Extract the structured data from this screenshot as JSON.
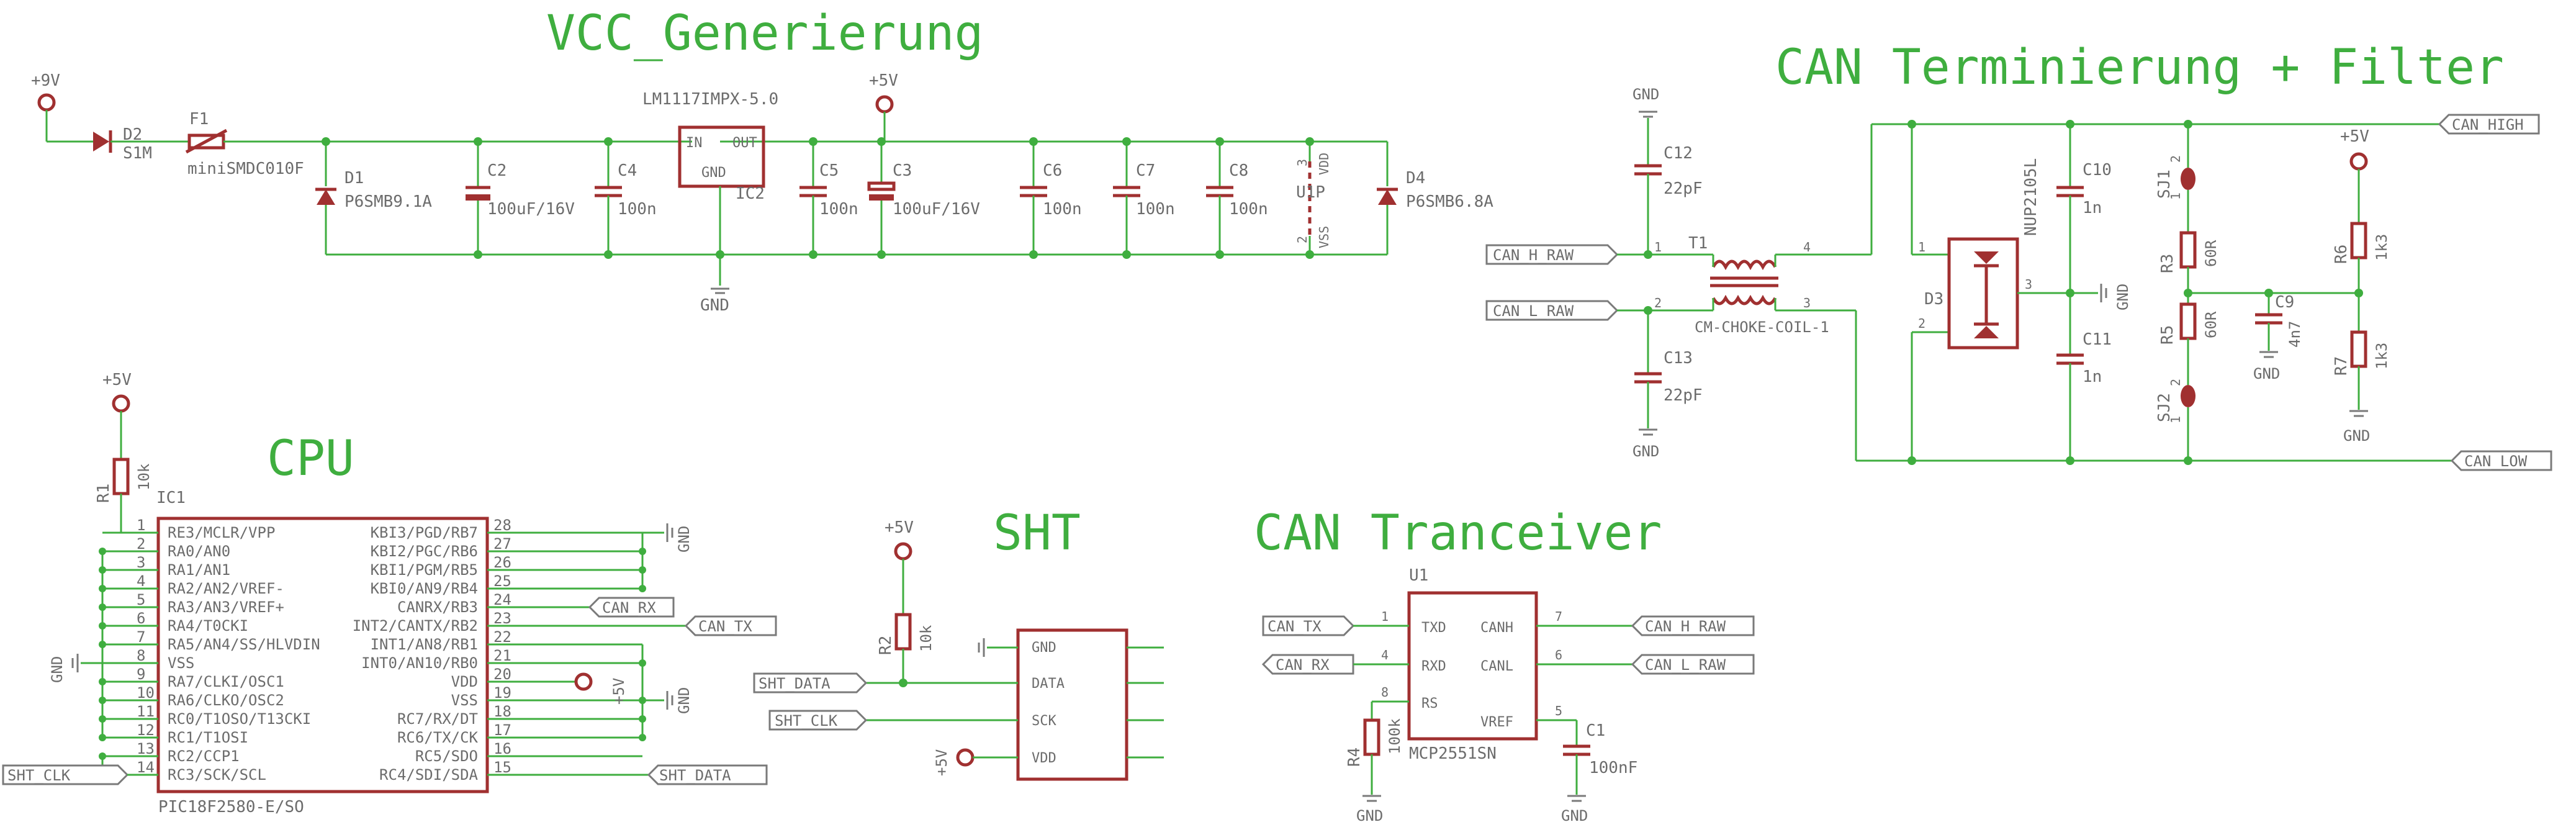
{
  "colors": {
    "wire": "#3fae3f",
    "part": "#a03030",
    "label": "#6c6c6c",
    "title": "#3fae3f"
  },
  "sections": {
    "vcc": "VCC_Generierung",
    "can_term": "CAN Terminierung + Filter",
    "cpu": "CPU",
    "sht": "SHT",
    "can_trx": "CAN Tranceiver"
  },
  "power": {
    "p9v": "+9V",
    "p5v": "+5V",
    "gnd": "GND"
  },
  "vcc": {
    "d2": "D2",
    "d2v": "S1M",
    "f1": "F1",
    "f1v": "miniSMDC010F",
    "d1": "D1",
    "d1v": "P6SMB9.1A",
    "c2": "C2",
    "c2v": "100uF/16V",
    "c4": "C4",
    "c4v": "100n",
    "ic2": "IC2",
    "ic2v": "LM1117IMPX-5.0",
    "ic2_in": "IN",
    "ic2_out": "OUT",
    "ic2_gnd": "GND",
    "c5": "C5",
    "c5v": "100n",
    "c3": "C3",
    "c3v": "100uF/16V",
    "c6": "C6",
    "c6v": "100n",
    "c7": "C7",
    "c7v": "100n",
    "c8": "C8",
    "c8v": "100n",
    "u1p": "U1P",
    "u1p_vdd": "VDD",
    "u1p_vss": "VSS",
    "u1p_p3": "3",
    "u1p_p2": "2",
    "d4": "D4",
    "d4v": "P6SMB6.8A"
  },
  "can_term": {
    "gnd_top": "GND",
    "c12": "C12",
    "c12v": "22pF",
    "c13": "C13",
    "c13v": "22pF",
    "t1": "T1",
    "t1v": "CM-CHOKE-COIL-1",
    "t1p1": "1",
    "t1p2": "2",
    "t1p3": "3",
    "t1p4": "4",
    "can_h_raw": "CAN_H_RAW",
    "can_l_raw": "CAN_L_RAW",
    "d3": "D3",
    "d3v": "NUP2105L",
    "d3p1": "1",
    "d3p2": "2",
    "d3p3": "3",
    "gnd_d3": "GND",
    "c10": "C10",
    "c10v": "1n",
    "c11": "C11",
    "c11v": "1n",
    "sj1": "SJ1",
    "sj2": "SJ2",
    "sjp1": "1",
    "sjp2": "2",
    "r3": "R3",
    "r3v": "60R",
    "r5": "R5",
    "r5v": "60R",
    "c9": "C9",
    "c9v": "4n7",
    "r6": "R6",
    "r6v": "1k3",
    "r7": "R7",
    "r7v": "1k3",
    "can_high": "CAN_HIGH",
    "can_low": "CAN_LOW"
  },
  "cpu": {
    "r1": "R1",
    "r1v": "10k",
    "ic1": "IC1",
    "ic1v": "PIC18F2580-E/SO",
    "left_pins": [
      {
        "num": "1",
        "name": "RE3/MCLR/VPP"
      },
      {
        "num": "2",
        "name": "RA0/AN0"
      },
      {
        "num": "3",
        "name": "RA1/AN1"
      },
      {
        "num": "4",
        "name": "RA2/AN2/VREF-"
      },
      {
        "num": "5",
        "name": "RA3/AN3/VREF+"
      },
      {
        "num": "6",
        "name": "RA4/T0CKI"
      },
      {
        "num": "7",
        "name": "RA5/AN4/SS/HLVDIN"
      },
      {
        "num": "8",
        "name": "VSS"
      },
      {
        "num": "9",
        "name": "RA7/CLKI/OSC1"
      },
      {
        "num": "10",
        "name": "RA6/CLKO/OSC2"
      },
      {
        "num": "11",
        "name": "RC0/T1OSO/T13CKI"
      },
      {
        "num": "12",
        "name": "RC1/T1OSI"
      },
      {
        "num": "13",
        "name": "RC2/CCP1"
      },
      {
        "num": "14",
        "name": "RC3/SCK/SCL"
      }
    ],
    "right_pins": [
      {
        "num": "28",
        "name": "KBI3/PGD/RB7"
      },
      {
        "num": "27",
        "name": "KBI2/PGC/RB6"
      },
      {
        "num": "26",
        "name": "KBI1/PGM/RB5"
      },
      {
        "num": "25",
        "name": "KBI0/AN9/RB4"
      },
      {
        "num": "24",
        "name": "CANRX/RB3"
      },
      {
        "num": "23",
        "name": "INT2/CANTX/RB2"
      },
      {
        "num": "22",
        "name": "INT1/AN8/RB1"
      },
      {
        "num": "21",
        "name": "INT0/AN10/RB0"
      },
      {
        "num": "20",
        "name": "VDD"
      },
      {
        "num": "19",
        "name": "VSS"
      },
      {
        "num": "18",
        "name": "RC7/RX/DT"
      },
      {
        "num": "17",
        "name": "RC6/TX/CK"
      },
      {
        "num": "16",
        "name": "RC5/SDO"
      },
      {
        "num": "15",
        "name": "RC4/SDI/SDA"
      }
    ],
    "can_rx": "CAN_RX",
    "can_tx": "CAN_TX",
    "sht_clk": "SHT_CLK",
    "sht_data": "SHT_DATA"
  },
  "sht": {
    "r2": "R2",
    "r2v": "10k",
    "pins": [
      "GND",
      "DATA",
      "SCK",
      "VDD"
    ],
    "sht_data": "SHT_DATA",
    "sht_clk": "SHT_CLK"
  },
  "can_trx": {
    "u1": "U1",
    "u1v": "MCP2551SN",
    "txd": "TXD",
    "rxd": "RXD",
    "rs": "RS",
    "canh": "CANH",
    "canl": "CANL",
    "vref": "VREF",
    "p1": "1",
    "p4": "4",
    "p8": "8",
    "p7": "7",
    "p6": "6",
    "p5": "5",
    "can_tx": "CAN_TX",
    "can_rx": "CAN_RX",
    "can_h_raw": "CAN_H_RAW",
    "can_l_raw": "CAN_L_RAW",
    "r4": "R4",
    "r4v": "100k",
    "c1": "C1",
    "c1v": "100nF"
  }
}
